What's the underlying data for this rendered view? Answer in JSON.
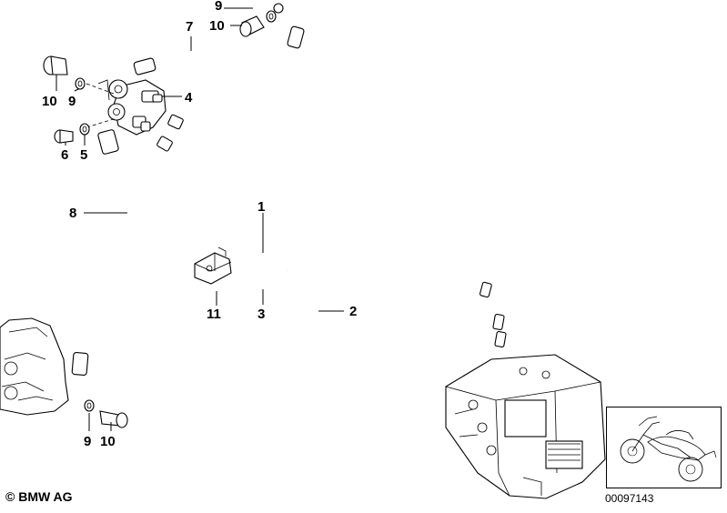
{
  "diagram": {
    "labels": {
      "l1": "1",
      "l2": "2",
      "l3": "3",
      "l4": "4",
      "l5": "5",
      "l6": "6",
      "l7": "7",
      "l8": "8",
      "l9_top": "9",
      "l9_left": "9",
      "l9_bottom": "9",
      "l10_top": "10",
      "l10_left": "10",
      "l10_bottom": "10",
      "l11": "11"
    },
    "copyright": "© BMW AG",
    "diagram_number": "00097143"
  }
}
